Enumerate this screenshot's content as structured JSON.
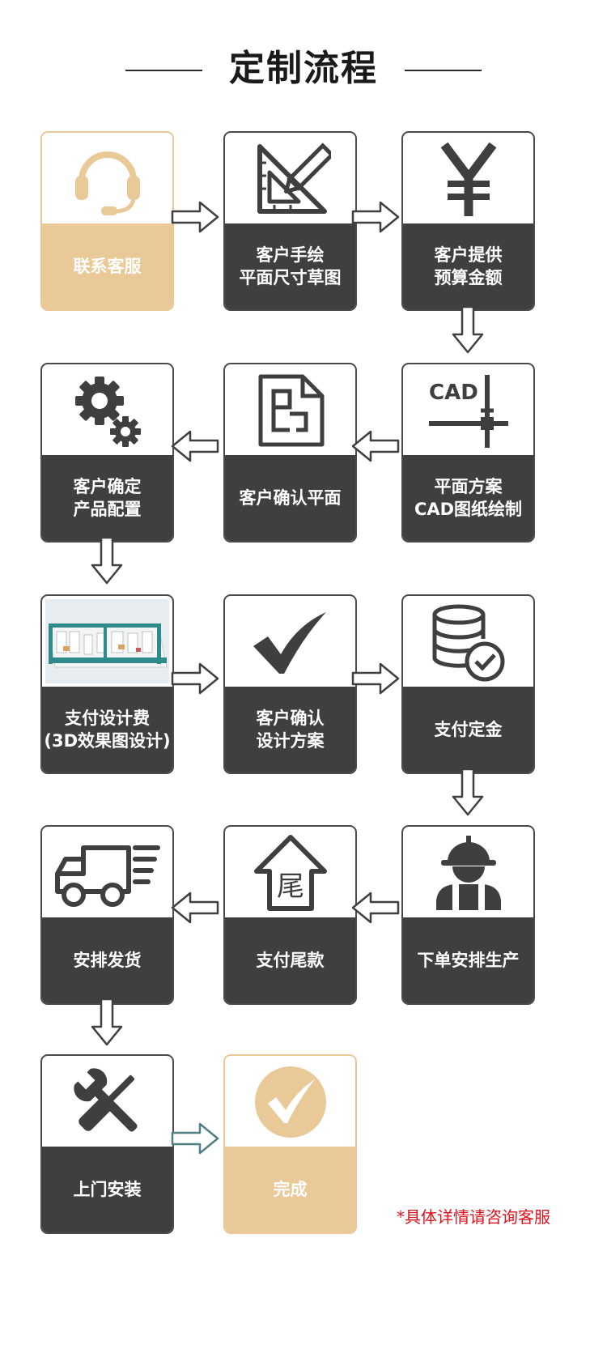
{
  "title": "定制流程",
  "steps": [
    {
      "label": [
        "联系客服"
      ],
      "icon": "headset-icon",
      "theme": "gold"
    },
    {
      "label": [
        "客户手绘",
        "平面尺寸草图"
      ],
      "icon": "drafting-triangle-icon",
      "theme": "dark"
    },
    {
      "label": [
        "客户提供",
        "预算金额"
      ],
      "icon": "yen-icon",
      "theme": "dark"
    },
    {
      "label": [
        "平面方案",
        "CAD图纸绘制"
      ],
      "icon": "cad-icon",
      "icon_text": "CAD",
      "theme": "dark"
    },
    {
      "label": [
        "客户确认平面"
      ],
      "icon": "floor-plan-icon",
      "theme": "dark"
    },
    {
      "label": [
        "客户确定",
        "产品配置"
      ],
      "icon": "gears-icon",
      "theme": "dark"
    },
    {
      "label": [
        "支付设计费",
        "(3D效果图设计)"
      ],
      "icon": "3d-rendering-image",
      "theme": "dark"
    },
    {
      "label": [
        "客户确认",
        "设计方案"
      ],
      "icon": "checkmark-icon",
      "theme": "dark"
    },
    {
      "label": [
        "支付定金"
      ],
      "icon": "database-check-icon",
      "theme": "dark"
    },
    {
      "label": [
        "下单安排生产"
      ],
      "icon": "worker-icon",
      "theme": "dark"
    },
    {
      "label": [
        "支付尾款"
      ],
      "icon": "house-tail-icon",
      "icon_text": "尾",
      "theme": "dark"
    },
    {
      "label": [
        "安排发货"
      ],
      "icon": "delivery-truck-icon",
      "theme": "dark"
    },
    {
      "label": [
        "上门安装"
      ],
      "icon": "tools-icon",
      "theme": "dark"
    },
    {
      "label": [
        "完成"
      ],
      "icon": "check-circle-icon",
      "theme": "gold"
    }
  ],
  "note": "*具体详情请咨询客服",
  "colors": {
    "gold": "#e9c998",
    "dark": "#3f3f3f",
    "note": "#e0121b",
    "arrow_last": "#4e7f82"
  }
}
